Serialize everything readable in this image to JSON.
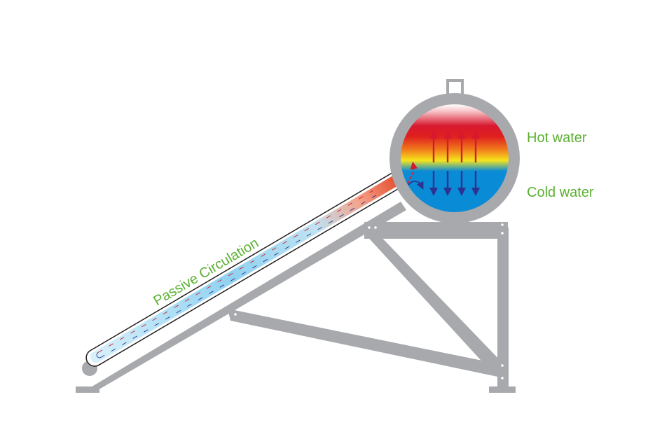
{
  "labels": {
    "hot_water": "Hot water",
    "cold_water": "Cold water",
    "passive_circulation": "Passive Circulation"
  },
  "colors": {
    "label_green": "#5bb031",
    "frame_gray": "#a7a9ac",
    "hot_red": "#d7192f",
    "warm_orange": "#f07c1c",
    "warm_yellow": "#f6e51b",
    "cold_blue": "#0a8bd6",
    "arrow_dark_blue": "#2e3192",
    "tube_light_blue": "#8fd2f0"
  },
  "icons": {
    "hot_arrows": "up-arrow-icon",
    "cold_arrows": "down-arrow-icon"
  }
}
